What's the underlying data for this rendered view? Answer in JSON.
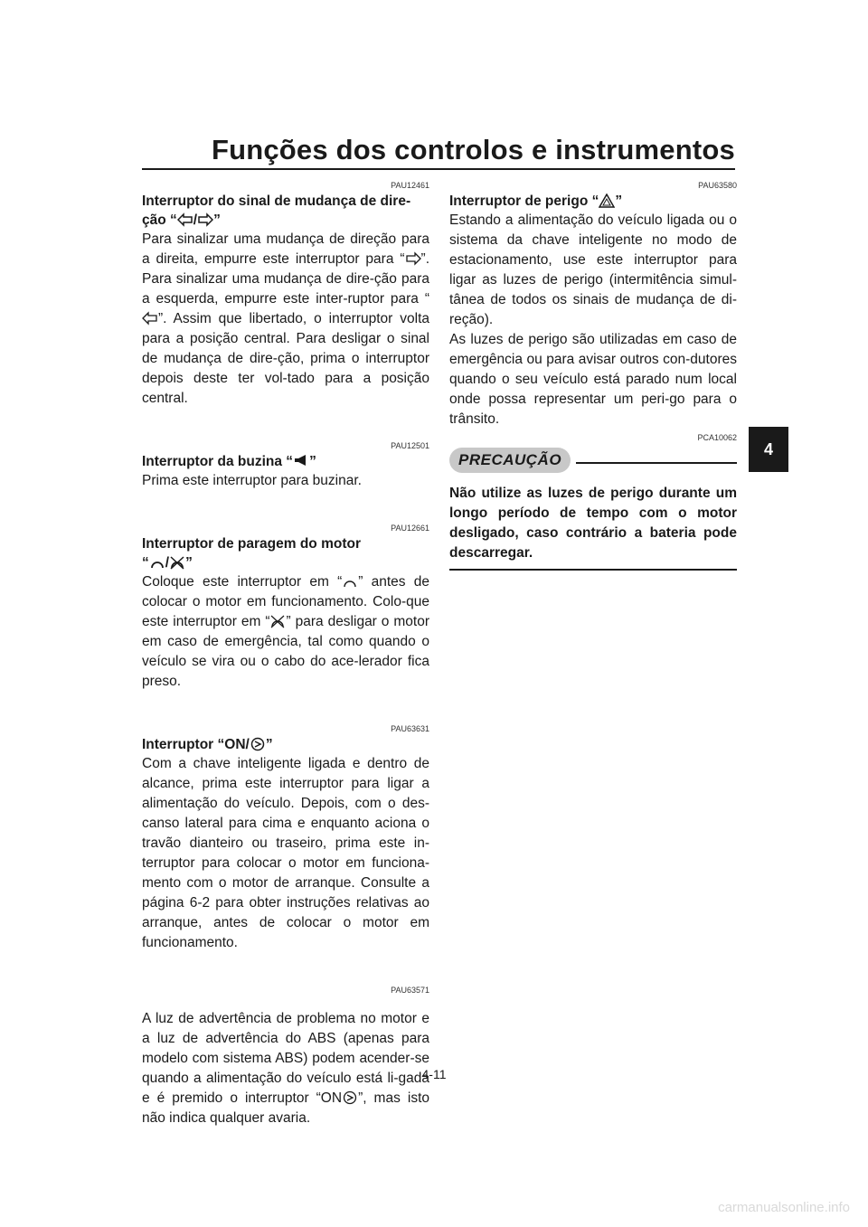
{
  "page": {
    "title": "Funções dos controlos e instrumentos",
    "chapter_tab": "4",
    "page_number": "4-11",
    "watermark": "carmanualsonline.info"
  },
  "left": {
    "s1": {
      "code": "PAU12461",
      "heading_a": "Interruptor do sinal de mudança de dire-",
      "heading_b_pre": "ção “",
      "heading_b_sep": "/",
      "heading_b_post": "”",
      "t1": "Para sinalizar uma mudança de direção para a direita, empurre este interruptor para “",
      "t2": "”. Para sinalizar uma mudança de dire-ção para a esquerda, empurre este inter-ruptor para “",
      "t3": "”. Assim que libertado, o interruptor volta para a posição central. Para desligar o sinal de mudança de dire-ção, prima o interruptor depois deste ter vol-tado para a posição central."
    },
    "s2": {
      "code": "PAU12501",
      "heading_pre": "Interruptor da buzina “",
      "heading_post": "”",
      "text": "Prima este interruptor para buzinar."
    },
    "s3": {
      "code": "PAU12661",
      "heading_a": "Interruptor de paragem do motor",
      "heading_b_pre": "“",
      "heading_b_sep": "/",
      "heading_b_post": "”",
      "t1": "Coloque este interruptor em “",
      "t2": "” antes de colocar o motor em funcionamento. Colo-que este interruptor em “",
      "t3": "” para desligar o motor em caso de emergência, tal como quando o veículo se vira ou o cabo do ace-lerador fica preso."
    },
    "s4": {
      "code": "PAU63631",
      "heading_pre": "Interruptor “ON/",
      "heading_post": "”",
      "text": "Com a chave inteligente ligada e dentro de alcance, prima este interruptor para ligar a alimentação do veículo. Depois, com o des-canso lateral para cima e enquanto aciona o travão dianteiro ou traseiro, prima este in-terruptor para colocar o motor em funciona-mento com o motor de arranque. Consulte a página 6-2 para obter instruções relativas ao arranque, antes de colocar o motor em funcionamento."
    },
    "s5": {
      "code": "PAU63571",
      "t1": "A luz de advertência de problema no motor e a luz de advertência do ABS (apenas para modelo com sistema ABS) podem acender-se quando a alimentação do veículo está li-gada e é premido o interruptor “ON",
      "t2": "”, mas isto não indica qualquer avaria."
    }
  },
  "right": {
    "s1": {
      "code": "PAU63580",
      "heading_pre": "Interruptor de perigo “",
      "heading_post": "”",
      "p1": "Estando a alimentação do veículo ligada ou o sistema da chave inteligente no modo de estacionamento, use este interruptor para ligar as luzes de perigo (intermitência simul-tânea de todos os sinais de mudança de di-reção).",
      "p2": "As luzes de perigo são utilizadas em caso de emergência ou para avisar outros con-dutores quando o seu veículo está parado num local onde possa representar um peri-go para o trânsito."
    },
    "caution": {
      "code": "PCA10062",
      "label": "PRECAUÇÃO",
      "text": "Não utilize as luzes de perigo durante um longo período de tempo com o motor desligado, caso contrário a bateria pode descarregar."
    }
  },
  "icons": {
    "left_arrow": "left-arrow-icon",
    "right_arrow": "right-arrow-icon",
    "horn": "horn-icon",
    "engine_run": "engine-run-icon",
    "engine_stop": "engine-stop-icon",
    "start": "start-switch-icon",
    "hazard": "hazard-triangle-icon"
  }
}
